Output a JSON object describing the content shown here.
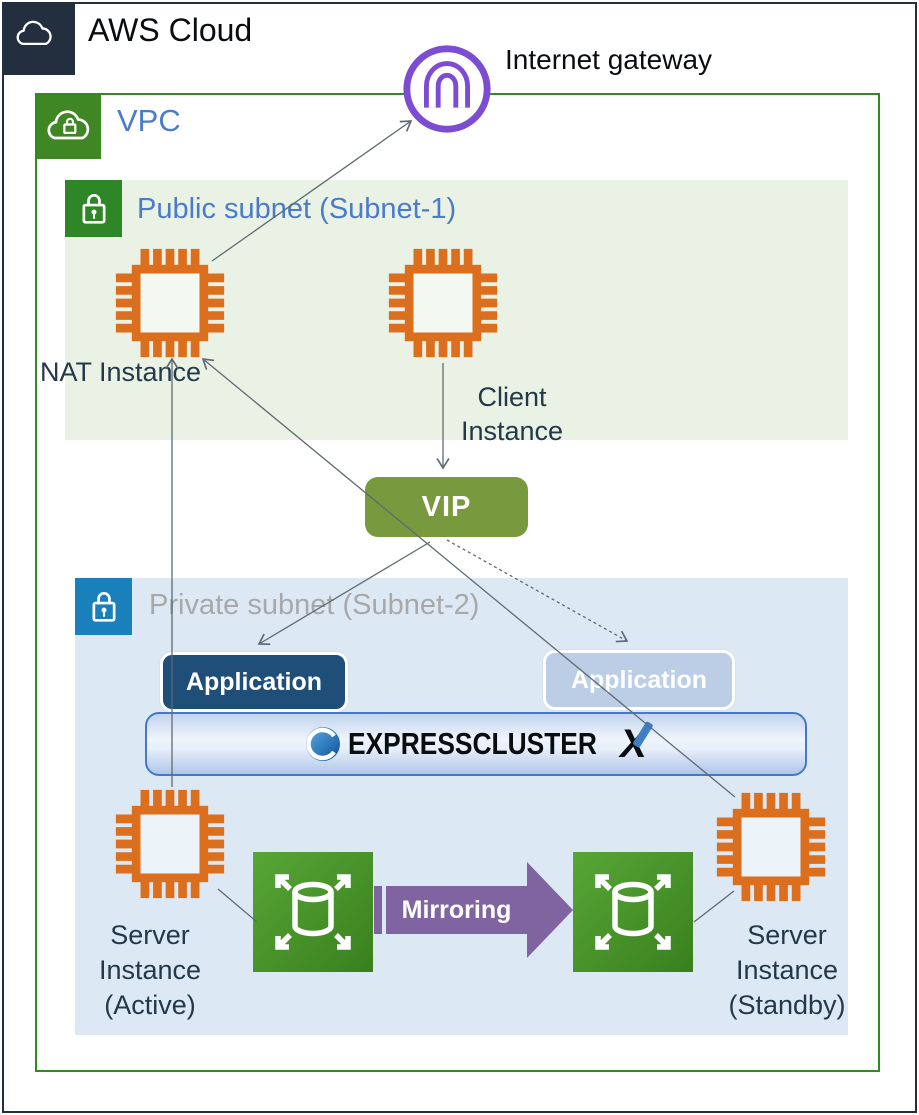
{
  "title": "AWS Cloud",
  "internet_gateway": {
    "label": "Internet gateway"
  },
  "vpc": {
    "label": "VPC"
  },
  "public_subnet": {
    "title": "Public subnet (Subnet-1)",
    "nat_instance_label": "NAT Instance",
    "client_instance_label": [
      "Client",
      "Instance"
    ]
  },
  "vip": {
    "label": "VIP"
  },
  "private_subnet": {
    "title": "Private subnet (Subnet-2)",
    "application_active_label": "Application",
    "application_standby_label": "Application",
    "expresscluster": {
      "name": "EXPRESSCLUSTER",
      "x": "X"
    },
    "mirroring_label": "Mirroring",
    "server_active_label": [
      "Server",
      "Instance",
      "(Active)"
    ],
    "server_standby_label": [
      "Server",
      "Instance",
      "(Standby)"
    ]
  },
  "colors": {
    "aws_dark": "#232F3E",
    "vpc_border_green": "#2F8B1F",
    "vpc_icon_green": "#3F8624",
    "public_subnet_bg": "#E9F2E5",
    "public_subnet_icon_green": "#2F8626",
    "private_subnet_bg": "#DCE9F5",
    "private_subnet_icon_blue": "#1A80BC",
    "instance_orange": "#DB6F1E",
    "gateway_purple": "#7C4DD2",
    "vip_olive": "#78993D",
    "application_navy": "#1F4E79",
    "application_faded_blue": "#BCCDE6",
    "mirroring_purple": "#8064A2",
    "disk_green": "#4A9230",
    "heading_blue": "#4A7CC9",
    "heading_gray": "#A8A8A8",
    "connector_gray": "#5F6B73"
  }
}
